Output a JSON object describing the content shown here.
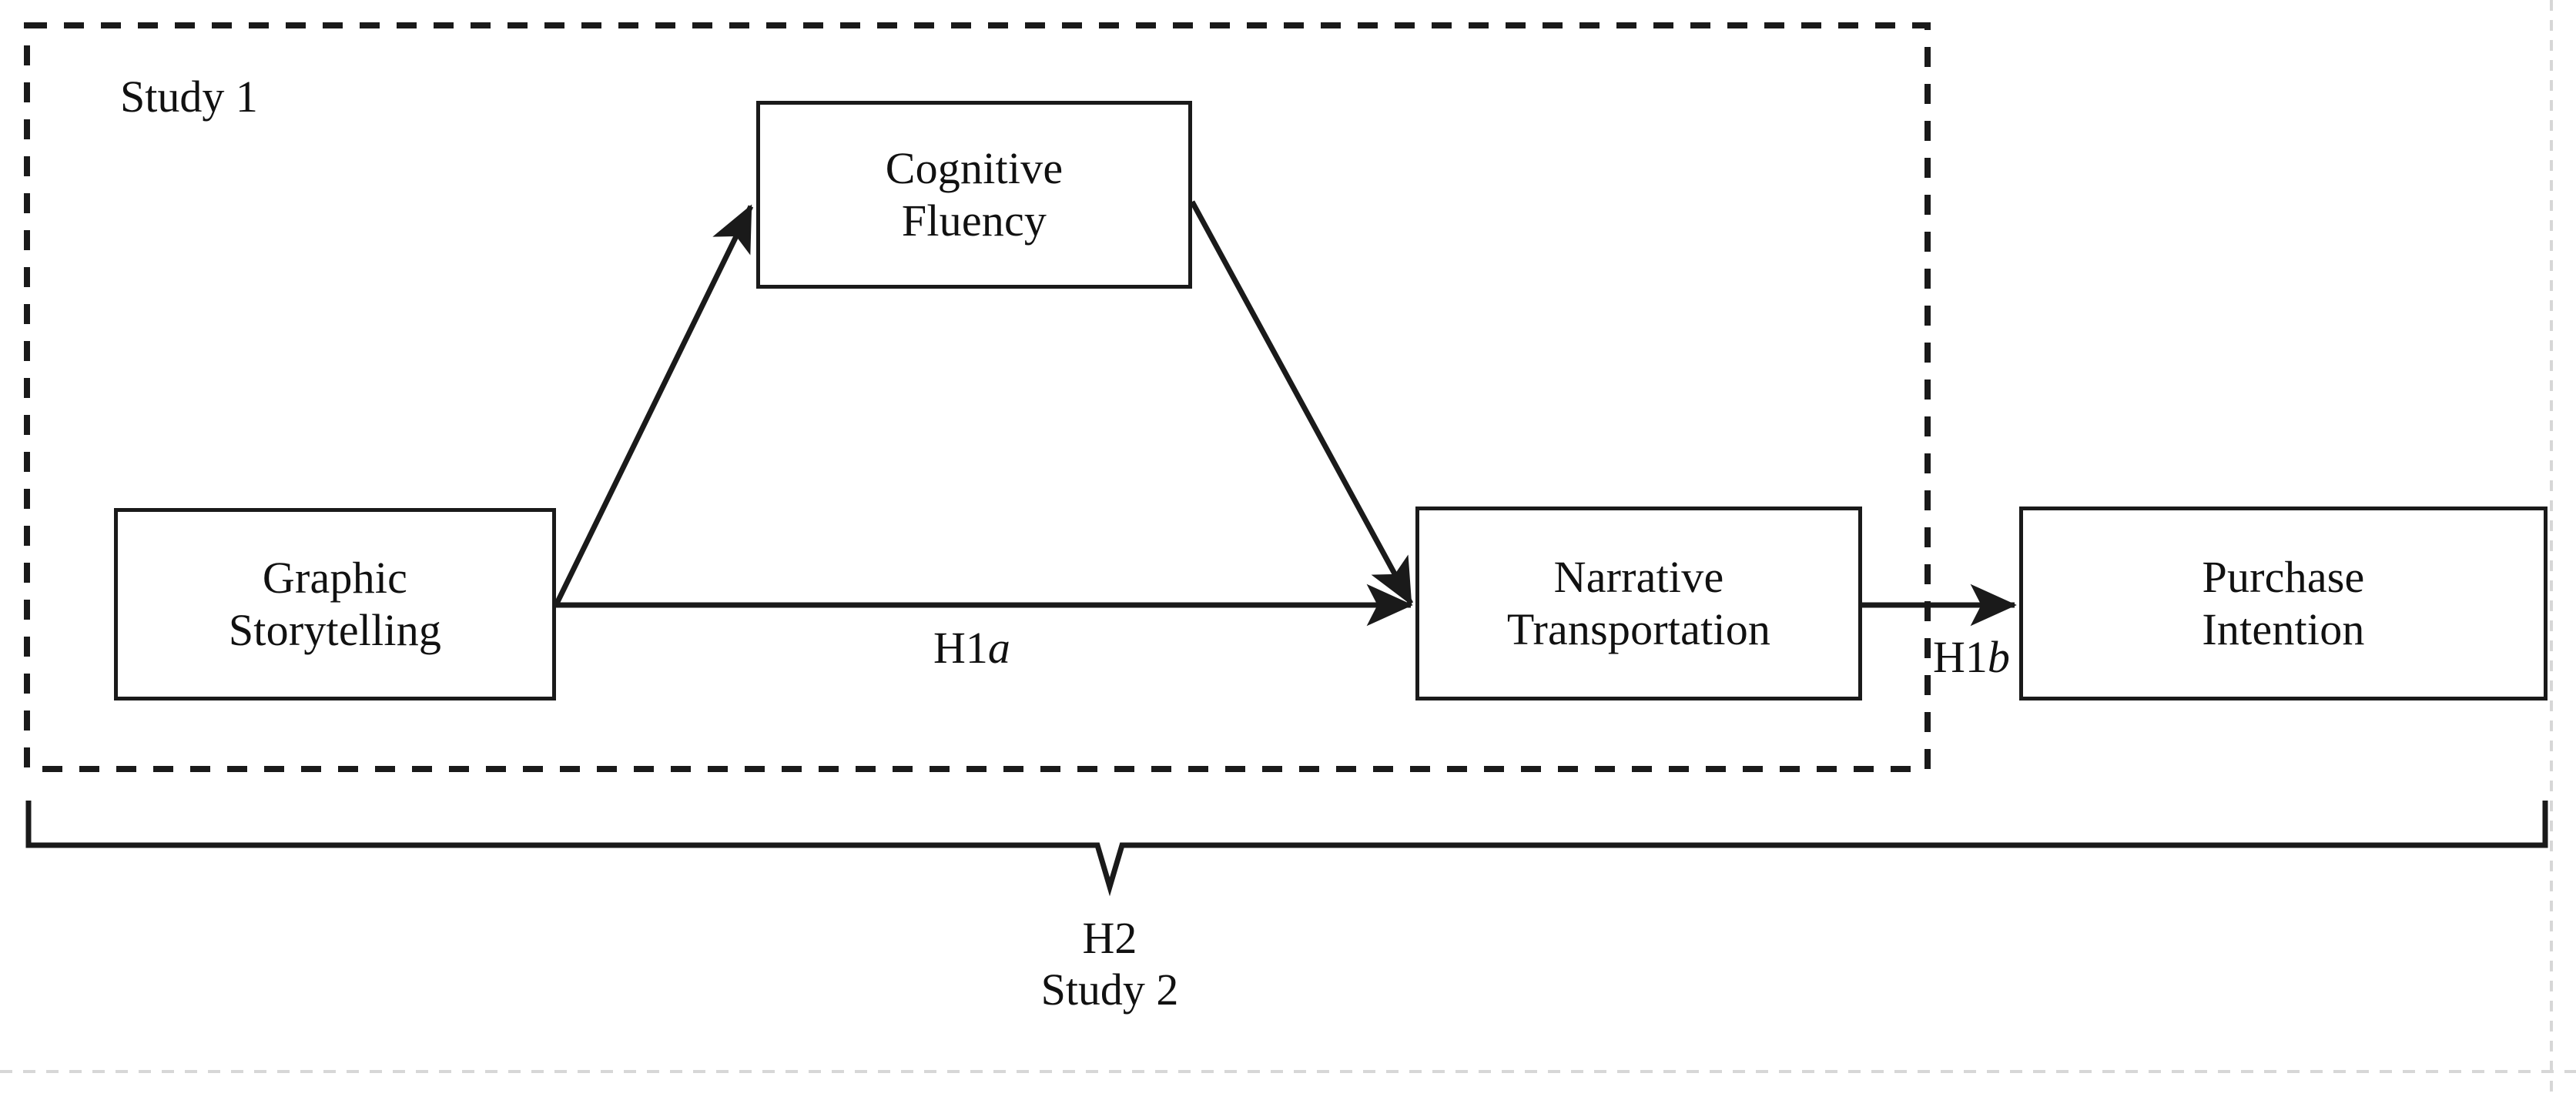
{
  "figure": {
    "type": "conceptual-model-diagram",
    "background_color": "#ffffff",
    "line_color": "#1a1a1a",
    "text_color": "#111111"
  },
  "groups": {
    "study1": {
      "label": "Study 1",
      "style": "dashed-rectangle"
    },
    "study2": {
      "bracket_label": "H2",
      "study_label": "Study 2",
      "style": "bottom-brace"
    }
  },
  "nodes": [
    {
      "id": "graphic-storytelling",
      "lines": [
        "Graphic",
        "Storytelling"
      ]
    },
    {
      "id": "cognitive-fluency",
      "lines": [
        "Cognitive",
        "Fluency"
      ]
    },
    {
      "id": "narrative-transportation",
      "lines": [
        "Narrative",
        "Transportation"
      ]
    },
    {
      "id": "purchase-intention",
      "lines": [
        "Purchase",
        "Intention"
      ]
    }
  ],
  "paths": [
    {
      "id": "gs-to-cf",
      "from": "graphic-storytelling",
      "to": "cognitive-fluency",
      "label": ""
    },
    {
      "id": "cf-to-nt",
      "from": "cognitive-fluency",
      "to": "narrative-transportation",
      "label": ""
    },
    {
      "id": "gs-to-nt",
      "from": "graphic-storytelling",
      "to": "narrative-transportation",
      "label_prefix": "H1",
      "label_italic": "a"
    },
    {
      "id": "nt-to-pi",
      "from": "narrative-transportation",
      "to": "purchase-intention",
      "label_prefix": "H1",
      "label_italic": "b"
    }
  ],
  "labels": {
    "h1a_prefix": "H1",
    "h1a_italic": "a",
    "h1b_prefix": "H1",
    "h1b_italic": "b",
    "h2": "H2",
    "study1": "Study 1",
    "study2": "Study 2"
  }
}
